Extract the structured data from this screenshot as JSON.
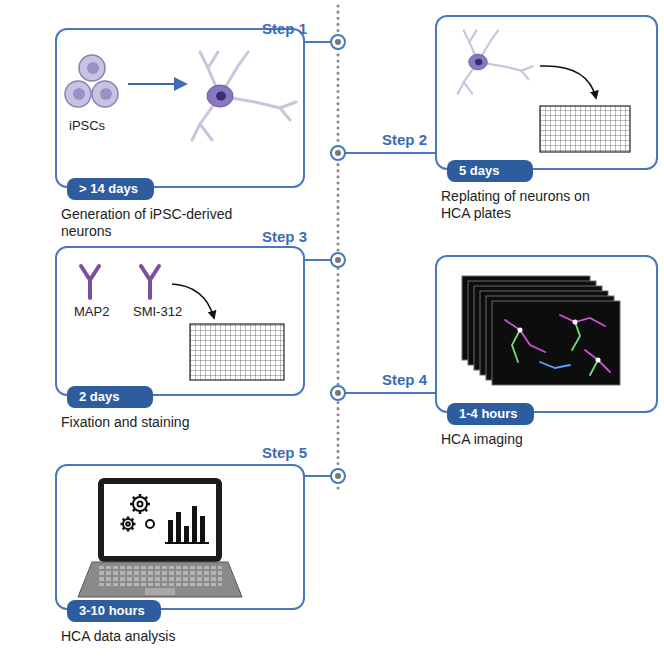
{
  "diagram": {
    "nodes": [
      {
        "text": [
          "iPSCs",
          "Generation of iPSC-derived neurons"
        ]
      },
      {
        "text": [
          "> 14 days"
        ],
        "in": 0
      },
      {
        "text": [
          "Replating of neurons on HCA plates"
        ]
      },
      {
        "text": [
          "5 days"
        ],
        "in": 2
      },
      {
        "text": [
          "MAP2",
          "SMI-312",
          "Fixation and staining"
        ]
      },
      {
        "text": [
          "2 days"
        ],
        "in": 4
      },
      {
        "text": [
          "HCA imaging"
        ]
      },
      {
        "text": [
          "1-4 hours"
        ],
        "in": 6
      },
      {
        "text": [
          "HCA data analysis"
        ]
      },
      {
        "text": [
          "3-10 hours"
        ],
        "in": 8
      }
    ],
    "labels": [
      "Step 1",
      "Step 2",
      "Step 3",
      "Step 4",
      "Step 5"
    ]
  }
}
